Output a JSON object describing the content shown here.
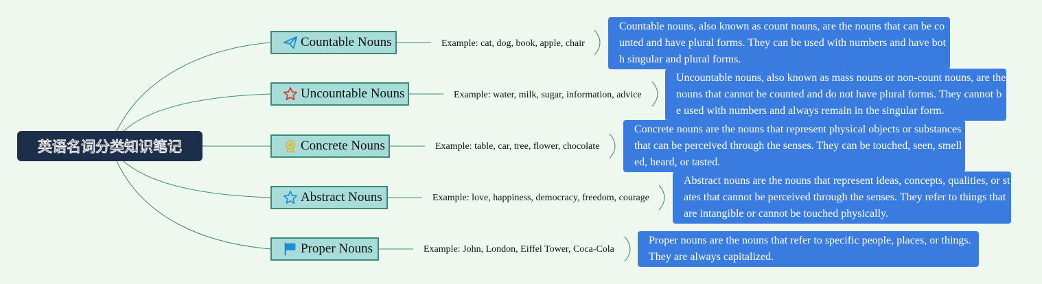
{
  "root": {
    "title": "英语名词分类知识笔记"
  },
  "branches": [
    {
      "label": "Countable Nouns",
      "icon": "paper-plane-icon",
      "example": "Example: cat, dog, book, apple, chair",
      "description": "Countable nouns, also known as count nouns, are the nouns that can be counted and have plural forms. They can be used with numbers and have both singular and plural forms."
    },
    {
      "label": "Uncountable Nouns",
      "icon": "star-outline-red-icon",
      "example": "Example: water, milk, sugar, information, advice",
      "description": "Uncountable nouns, also known as mass nouns or non-count nouns, are the nouns that cannot be counted and do not have plural forms. They cannot be used with numbers and always remain in the singular form."
    },
    {
      "label": "Concrete Nouns",
      "icon": "award-ribbon-icon",
      "example": "Example: table, car, tree, flower, chocolate",
      "description": "Concrete nouns are the nouns that represent physical objects or substances that can be perceived through the senses. They can be touched, seen, smelled, heard, or tasted."
    },
    {
      "label": "Abstract Nouns",
      "icon": "star-outline-blue-icon",
      "example": "Example: love, happiness, democracy, freedom, courage",
      "description": "Abstract nouns are the nouns that represent ideas, concepts, qualities, or states that cannot be perceived through the senses. They refer to things that are intangible or cannot be touched physically."
    },
    {
      "label": "Proper Nouns",
      "icon": "flag-icon",
      "example": "Example: John, London, Eiffel Tower, Coca-Cola",
      "description": "Proper nouns are the nouns that refer to specific people, places, or things. They are always capitalized."
    }
  ],
  "colors": {
    "background": "#eef8ee",
    "root": "#1c2e4a",
    "topic_fill": "#a7dcd8",
    "topic_border": "#3f8a76",
    "description_fill": "#3a7be0",
    "connector": "#3f8a76"
  }
}
